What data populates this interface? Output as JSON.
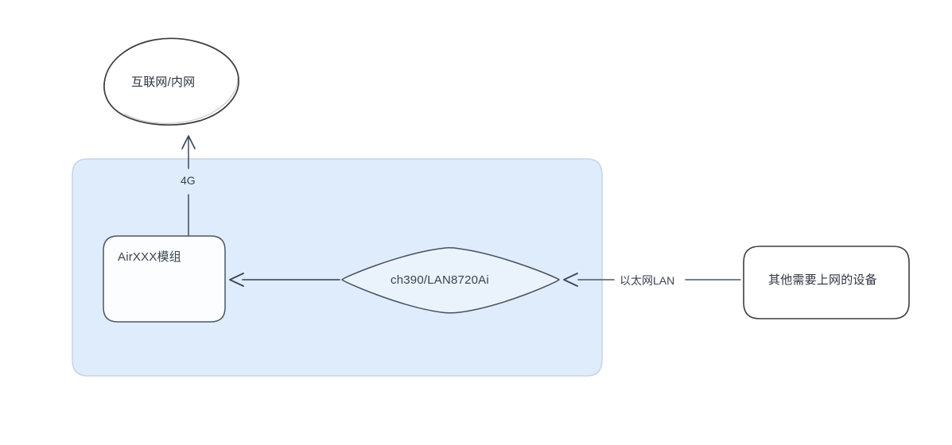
{
  "diagram": {
    "type": "network-topology",
    "background": "#ffffff",
    "palette": {
      "container_fill": "#dfecfb",
      "container_stroke": "#c3d4e3",
      "node_fill": "#ffffff",
      "node_stroke_dark": "#3f3f3f",
      "node_stroke_blue": "#4a5568",
      "arrow_stroke": "#4a5568",
      "text_color": "#303642"
    },
    "container": {
      "name": "device-boundary",
      "label": ""
    },
    "nodes": [
      {
        "id": "internet",
        "shape": "ellipse",
        "label": "互联网/内网"
      },
      {
        "id": "module",
        "shape": "rounded-rect",
        "label": "AirXXX模组"
      },
      {
        "id": "phy",
        "shape": "diamond",
        "label": "ch390/LAN8720Ai"
      },
      {
        "id": "devices",
        "shape": "rounded-rect",
        "label": "其他需要上网的设备"
      }
    ],
    "edges": [
      {
        "id": "module-to-internet",
        "from": "module",
        "to": "internet",
        "label": "4G",
        "direction": "up"
      },
      {
        "id": "phy-to-module",
        "from": "phy",
        "to": "module",
        "label": "",
        "direction": "left"
      },
      {
        "id": "devices-to-phy",
        "from": "devices",
        "to": "phy",
        "label": "以太网LAN",
        "direction": "left"
      }
    ]
  }
}
